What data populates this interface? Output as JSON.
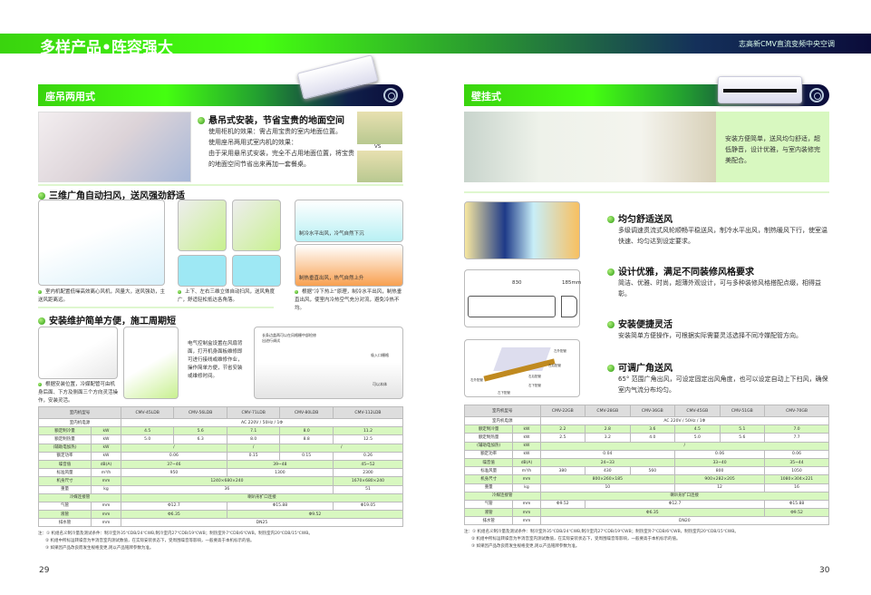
{
  "header": {
    "title": "多样产品•阵容强大",
    "brand": "志高新CMV直流变频中央空调"
  },
  "left": {
    "section": "座吊两用式",
    "feature1": {
      "title": "悬吊式安装，节省宝贵的地面空间",
      "b1": "使用柜机的效果：需占用宝贵的室内地面位置。",
      "b2a": "使用座吊两用式室内机的效果：",
      "b2b": "由于采用悬吊式安装，完全不占用地面位置，将宝贵的地面空间节省出来再加一套餐桌。",
      "vs": "VS"
    },
    "feature2": {
      "title": "三维广角自动扫风，送风强劲舒适",
      "cap1": "室内机配置低噪高效离心风机，风量大，送风强劲，主送风距离远。",
      "cap2": "上下、左右三维立体自动扫风，送风角度广，舒适轻松抵达各角落。",
      "cap3": "根据“冷下热上”原理，制冷水平出风，制热垂直出风，使室内冷热空气充分对流，避免冷热不均。",
      "cool": "制冷水平出风，冷气自然下沉",
      "heat": "制热垂直出风，热气自然上升"
    },
    "feature3": {
      "title": "安装维护简单方便，施工周期短",
      "cap1": "根据安装位置，冷媒配管可由机身后面、下方及侧面三个方向灵活操作，安装灵活。",
      "mid": "电气控制盒设置在风扇背面，打开机身面板维修即可进行接线或维修作业，操作简单方便，节省安装或维修时间。",
      "note1": "长条边盖两可以在风格栅中部检修出进行调试",
      "note2": "吸入口栅格",
      "note3": "可以本体"
    },
    "table": [
      {
        "h": 1,
        "cells": [
          [
            "室内机型号",
            2
          ],
          [
            "CMV-45LDB",
            1
          ],
          [
            "CMV-56LDB",
            1
          ],
          [
            "CMV-71LDB",
            1
          ],
          [
            "CMV-80LDB",
            1
          ],
          [
            "CMV-112LDB",
            1
          ]
        ]
      },
      {
        "cells": [
          [
            "室内机电源",
            2
          ],
          [
            "AC 220V / 50Hz / 1Φ",
            5
          ]
        ]
      },
      {
        "g": 1,
        "cells": [
          [
            "额定制冷量",
            1
          ],
          [
            "kW",
            1
          ],
          [
            "4.5",
            1
          ],
          [
            "5.6",
            1
          ],
          [
            "7.1",
            1
          ],
          [
            "8.0",
            1
          ],
          [
            "11.2",
            1
          ]
        ]
      },
      {
        "cells": [
          [
            "额定制热量",
            1
          ],
          [
            "kW",
            1
          ],
          [
            "5.0",
            1
          ],
          [
            "6.3",
            1
          ],
          [
            "8.0",
            1
          ],
          [
            "8.8",
            1
          ],
          [
            "12.5",
            1
          ]
        ]
      },
      {
        "g": 1,
        "cells": [
          [
            "(辅助电加热)",
            1
          ],
          [
            "kW",
            1
          ],
          [
            "/",
            2
          ],
          [
            "/",
            1
          ],
          [
            "/",
            2
          ]
        ]
      },
      {
        "cells": [
          [
            "额定功率",
            1
          ],
          [
            "kW",
            1
          ],
          [
            "0.06",
            2
          ],
          [
            "0.15",
            1
          ],
          [
            "0.15",
            1
          ],
          [
            "0.26",
            1
          ]
        ]
      },
      {
        "g": 1,
        "cells": [
          [
            "噪音值",
            1
          ],
          [
            "dB(A)",
            1
          ],
          [
            "37~46",
            2
          ],
          [
            "39~48",
            2
          ],
          [
            "45~52",
            1
          ]
        ]
      },
      {
        "cells": [
          [
            "标准风量",
            1
          ],
          [
            "m³/h",
            1
          ],
          [
            "950",
            2
          ],
          [
            "1300",
            2
          ],
          [
            "2300",
            1
          ]
        ]
      },
      {
        "g": 1,
        "cells": [
          [
            "机身尺寸",
            1
          ],
          [
            "mm",
            1
          ],
          [
            "1240×680×240",
            4
          ],
          [
            "1670×680×240",
            1
          ]
        ]
      },
      {
        "cells": [
          [
            "重量",
            1
          ],
          [
            "kg",
            1
          ],
          [
            "36",
            4
          ],
          [
            "51",
            1
          ]
        ]
      },
      {
        "g": 1,
        "cells": [
          [
            "冷媒连接管",
            2
          ],
          [
            "喇叭形扩口连接",
            5
          ]
        ]
      },
      {
        "cells": [
          [
            "气管",
            1
          ],
          [
            "mm",
            1
          ],
          [
            "Φ12.7",
            2
          ],
          [
            "Φ15.88",
            2
          ],
          [
            "Φ19.05",
            1
          ]
        ]
      },
      {
        "g": 1,
        "cells": [
          [
            "液管",
            1
          ],
          [
            "mm",
            1
          ],
          [
            "Φ6.35",
            2
          ],
          [
            "Φ9.52",
            3
          ]
        ]
      },
      {
        "cells": [
          [
            "排水管",
            1
          ],
          [
            "mm",
            1
          ],
          [
            "DN25",
            5
          ]
        ]
      }
    ],
    "notes": [
      "注：① 机组名义制冷量及测试条件：制冷室外35℃DB/24℃WB,制冷室内27℃DB/19℃WB；制热室外7℃DB/6℃WB，制热室内20℃DB/15℃WB。",
      "② 机组中所标运转噪音为半消音室内测试数值，在实际安装状态下，受周围噪音等影响，一般要高于本机标示的值。",
      "③ 如果因产品改良而发生规格变更,则以产品铭牌参数为准。"
    ],
    "page": "29"
  },
  "right": {
    "section": "壁挂式",
    "intro": "安装方便简单，送风均匀舒适，超低静音，设计优雅，与室内装修完美配合。",
    "features": [
      {
        "title": "均匀舒适送风",
        "text": "多级调速贯流式风轮顺畅平稳送风，制冷水平出风，制热暖风下行，使室温快速、均匀达到设定要求。"
      },
      {
        "title": "设计优雅，满足不同装修风格要求",
        "text": "简洁、优雅、时尚，超薄外观设计，可与多种装修风格搭配点缀，相得益彰。"
      },
      {
        "title": "安装便捷灵活",
        "text": "安装简单方便操作，可根据实际需要灵活选择不同冷媒配管方向。"
      },
      {
        "title": "可调广角送风",
        "text": "65° 范围广角出风，可设定固定出风角度，也可以设定自动上下扫风，确保室内气流分布均匀。"
      }
    ],
    "dims": {
      "w": "830",
      "d": "185mm"
    },
    "pipe_labels": [
      "左外配管",
      "左后配管",
      "右外配管",
      "右后配管",
      "右下配管",
      "左下配管"
    ],
    "table": [
      {
        "h": 1,
        "cells": [
          [
            "室内机型号",
            2
          ],
          [
            "CMV-22GB",
            1
          ],
          [
            "CMV-28GB",
            1
          ],
          [
            "CMV-36GB",
            1
          ],
          [
            "CMV-45GB",
            1
          ],
          [
            "CMV-51GB",
            1
          ],
          [
            "CMV-70GB",
            1
          ]
        ]
      },
      {
        "cells": [
          [
            "室内机电源",
            2
          ],
          [
            "AC 220V / 50Hz / 1Φ",
            6
          ]
        ]
      },
      {
        "g": 1,
        "cells": [
          [
            "额定制冷量",
            1
          ],
          [
            "kW",
            1
          ],
          [
            "2.2",
            1
          ],
          [
            "2.8",
            1
          ],
          [
            "3.6",
            1
          ],
          [
            "4.5",
            1
          ],
          [
            "5.1",
            1
          ],
          [
            "7.0",
            1
          ]
        ]
      },
      {
        "cells": [
          [
            "额定制热量",
            1
          ],
          [
            "kW",
            1
          ],
          [
            "2.5",
            1
          ],
          [
            "3.2",
            1
          ],
          [
            "4.0",
            1
          ],
          [
            "5.0",
            1
          ],
          [
            "5.6",
            1
          ],
          [
            "7.7",
            1
          ]
        ]
      },
      {
        "g": 1,
        "cells": [
          [
            "(辅助电加热)",
            1
          ],
          [
            "kW",
            1
          ],
          [
            "/",
            6
          ]
        ]
      },
      {
        "cells": [
          [
            "额定功率",
            1
          ],
          [
            "kW",
            1
          ],
          [
            "0.04",
            3
          ],
          [
            "0.06",
            2
          ],
          [
            "0.06",
            1
          ]
        ]
      },
      {
        "g": 1,
        "cells": [
          [
            "噪音值",
            1
          ],
          [
            "dB(A)",
            1
          ],
          [
            "24~33",
            3
          ],
          [
            "33~40",
            2
          ],
          [
            "35~44",
            1
          ]
        ]
      },
      {
        "cells": [
          [
            "标准风量",
            1
          ],
          [
            "m³/h",
            1
          ],
          [
            "380",
            1
          ],
          [
            "430",
            1
          ],
          [
            "560",
            1
          ],
          [
            "800",
            2
          ],
          [
            "1050",
            1
          ]
        ]
      },
      {
        "g": 1,
        "cells": [
          [
            "机身尺寸",
            1
          ],
          [
            "mm",
            1
          ],
          [
            "800×260×185",
            3
          ],
          [
            "900×282×205",
            2
          ],
          [
            "1080×304×221",
            1
          ]
        ]
      },
      {
        "cells": [
          [
            "重量",
            1
          ],
          [
            "kg",
            1
          ],
          [
            "10",
            3
          ],
          [
            "12",
            2
          ],
          [
            "16",
            1
          ]
        ]
      },
      {
        "g": 1,
        "cells": [
          [
            "冷媒连接管",
            2
          ],
          [
            "喇叭形扩口连接",
            6
          ]
        ]
      },
      {
        "cells": [
          [
            "气管",
            1
          ],
          [
            "mm",
            1
          ],
          [
            "Φ9.52",
            1
          ],
          [
            "Φ12.7",
            4
          ],
          [
            "Φ15.88",
            1
          ]
        ]
      },
      {
        "g": 1,
        "cells": [
          [
            "液管",
            1
          ],
          [
            "mm",
            1
          ],
          [
            "Φ6.35",
            5
          ],
          [
            "Φ9.52",
            1
          ]
        ]
      },
      {
        "cells": [
          [
            "排水管",
            1
          ],
          [
            "mm",
            1
          ],
          [
            "DN20",
            6
          ]
        ]
      }
    ],
    "notes": [
      "注：① 机组名义制冷量及测试条件：制冷室外35℃DB/24℃WB,制冷室内27℃DB/19℃WB；制热室外7℃DB/6℃WB，制热室内20℃DB/15℃WB。",
      "② 机组中所标运转噪音为半消音室内测试数值，在实际安装状态下，受周围噪音等影响，一般要高于本机标示的值。",
      "③ 如果因产品改良而发生规格变更,则以产品铭牌参数为准。"
    ],
    "page": "30"
  }
}
